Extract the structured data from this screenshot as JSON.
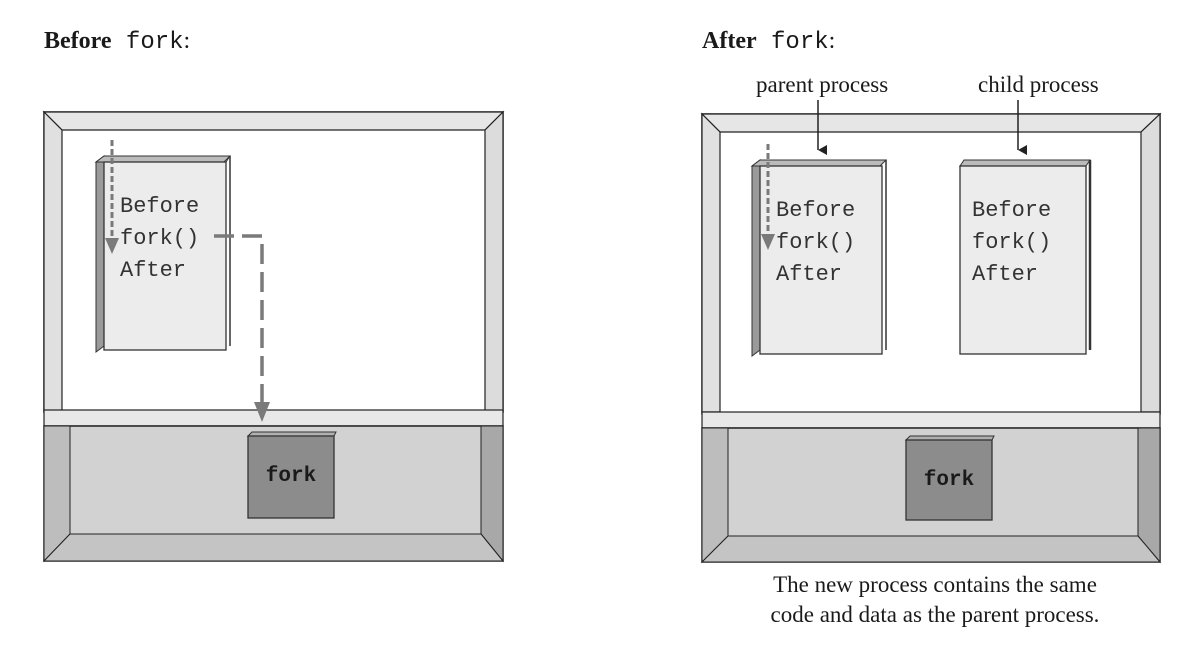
{
  "before": {
    "title_bold": "Before",
    "title_mono": " fork",
    "title_colon": ":",
    "code_lines": [
      "Before",
      "fork()",
      "After"
    ],
    "kernel_label": "fork"
  },
  "after": {
    "title_bold": "After",
    "title_mono": " fork",
    "title_colon": ":",
    "parent_label": "parent process",
    "child_label": "child process",
    "parent_code_lines": [
      "Before",
      "fork()",
      "After"
    ],
    "child_code_lines": [
      "Before",
      "fork()",
      "After"
    ],
    "kernel_label": "fork",
    "caption_lines": [
      "The new process contains the same",
      "code and data as the parent process."
    ]
  },
  "colors": {
    "frame_edge": "#222222",
    "bevel": "#e2e2e2",
    "kernel_fill": "#cfcfcf",
    "code_page_fill": "#ececec",
    "code_page_side": "#9a9a9a",
    "fork_box_fill": "#8c8c8c",
    "arrow_gray": "#7a7a7a"
  }
}
